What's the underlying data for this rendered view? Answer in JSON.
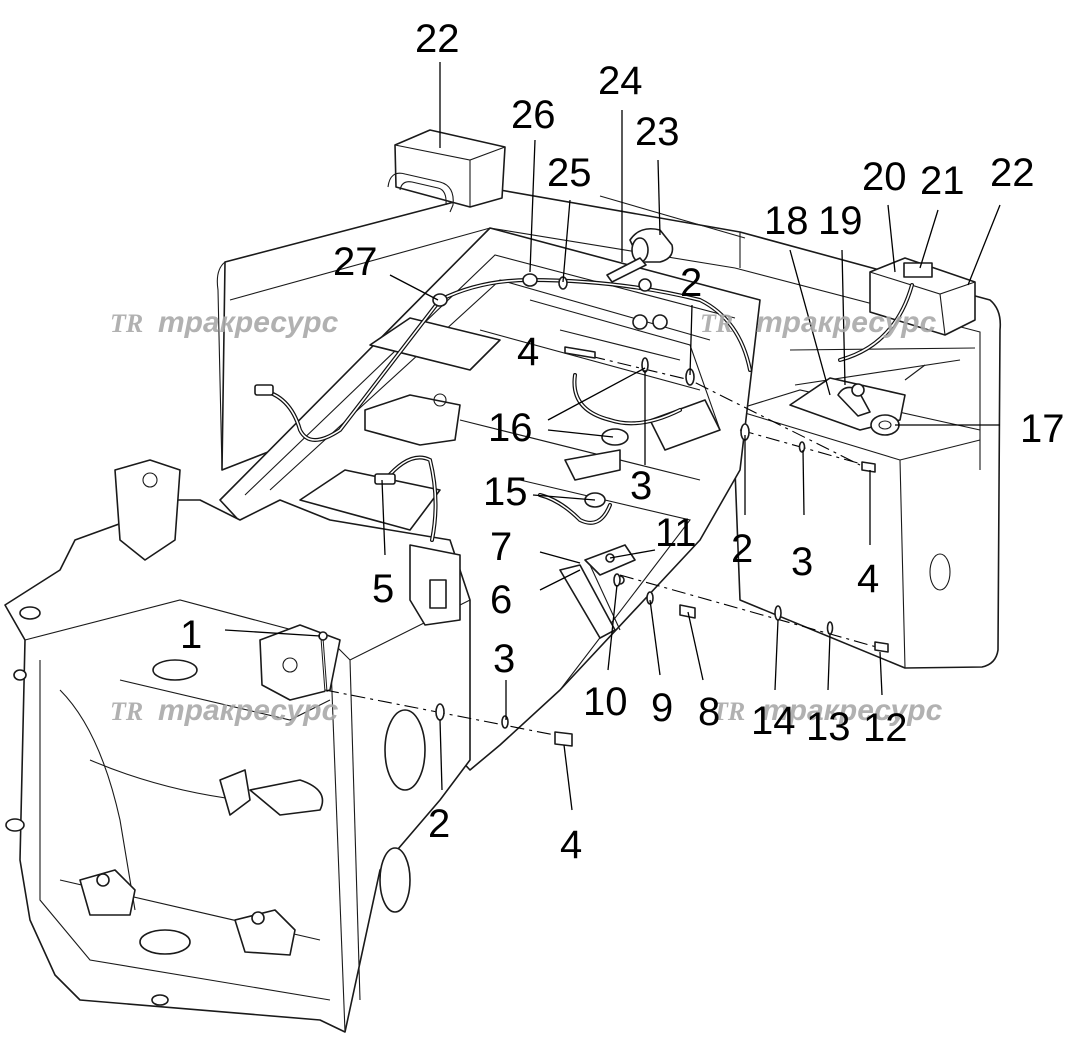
{
  "watermark": {
    "logo": "TR",
    "text": "тракресурс"
  },
  "callouts": [
    {
      "id": "c22a",
      "label": "22"
    },
    {
      "id": "c24",
      "label": "24"
    },
    {
      "id": "c26",
      "label": "26"
    },
    {
      "id": "c23",
      "label": "23"
    },
    {
      "id": "c25",
      "label": "25"
    },
    {
      "id": "c20",
      "label": "20"
    },
    {
      "id": "c21",
      "label": "21"
    },
    {
      "id": "c22b",
      "label": "22"
    },
    {
      "id": "c18",
      "label": "18"
    },
    {
      "id": "c19",
      "label": "19"
    },
    {
      "id": "c27",
      "label": "27"
    },
    {
      "id": "c2a",
      "label": "2"
    },
    {
      "id": "c4a",
      "label": "4"
    },
    {
      "id": "c16",
      "label": "16"
    },
    {
      "id": "c17",
      "label": "17"
    },
    {
      "id": "c3a",
      "label": "3"
    },
    {
      "id": "c15",
      "label": "15"
    },
    {
      "id": "c11",
      "label": "11"
    },
    {
      "id": "c7",
      "label": "7"
    },
    {
      "id": "c2b",
      "label": "2"
    },
    {
      "id": "c3b",
      "label": "3"
    },
    {
      "id": "c4b",
      "label": "4"
    },
    {
      "id": "c5",
      "label": "5"
    },
    {
      "id": "c6",
      "label": "6"
    },
    {
      "id": "c1",
      "label": "1"
    },
    {
      "id": "c3c",
      "label": "3"
    },
    {
      "id": "c10",
      "label": "10"
    },
    {
      "id": "c9",
      "label": "9"
    },
    {
      "id": "c8",
      "label": "8"
    },
    {
      "id": "c14",
      "label": "14"
    },
    {
      "id": "c13",
      "label": "13"
    },
    {
      "id": "c12",
      "label": "12"
    },
    {
      "id": "c2c",
      "label": "2"
    },
    {
      "id": "c4c",
      "label": "4"
    }
  ]
}
